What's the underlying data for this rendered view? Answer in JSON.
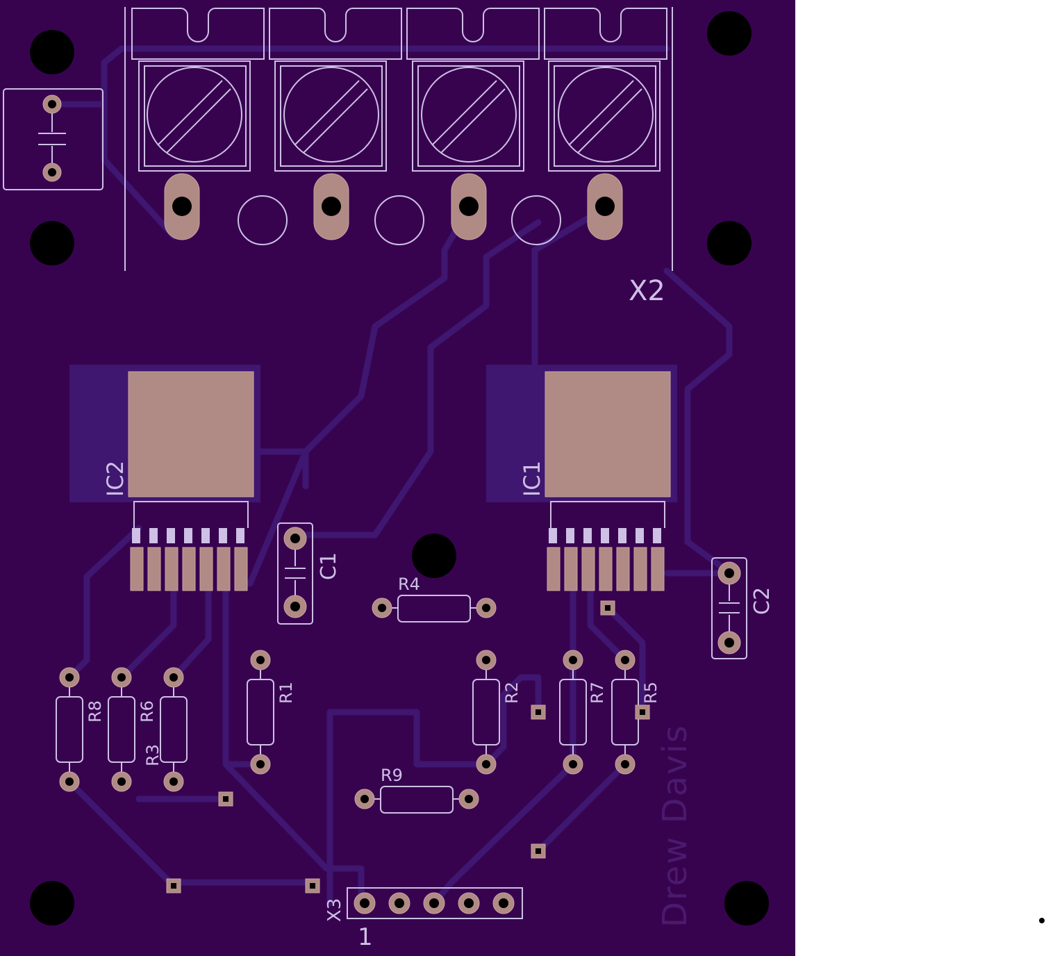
{
  "board": {
    "background_color": "#ffffff",
    "board_color": "#37034f",
    "trace_color": "#3f1670",
    "pad_color": "#b08a84",
    "silk_color": "#cfc0e6",
    "author_text": "Drew Davis",
    "labels": {
      "x2": "X2",
      "x3": "X3",
      "x3_pin1": "1",
      "ic1": "IC1",
      "ic2": "IC2",
      "c1": "C1",
      "c2": "C2",
      "r1": "R1",
      "r2": "R2",
      "r3": "R3",
      "r4": "R4",
      "r5": "R5",
      "r6": "R6",
      "r7": "R7",
      "r8": "R8",
      "r9": "R9"
    }
  }
}
